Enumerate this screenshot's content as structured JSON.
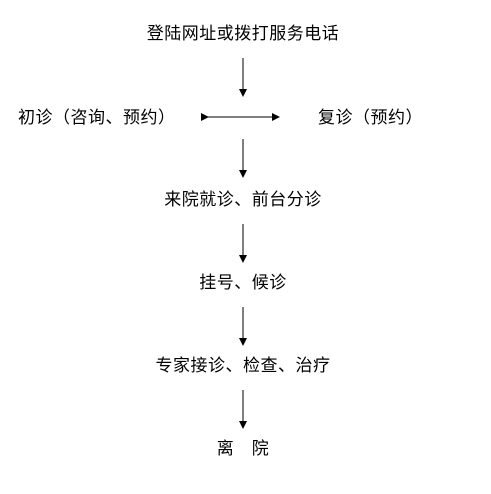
{
  "flow": {
    "step1": "登陆网址或拨打服务电话",
    "first_visit": "初诊（咨询、预约）",
    "return_visit": "复诊（预约）",
    "step3": "来院就诊、前台分诊",
    "step4": "挂号、候诊",
    "step5": "专家接诊、检查、治疗",
    "step6": "离　院"
  }
}
